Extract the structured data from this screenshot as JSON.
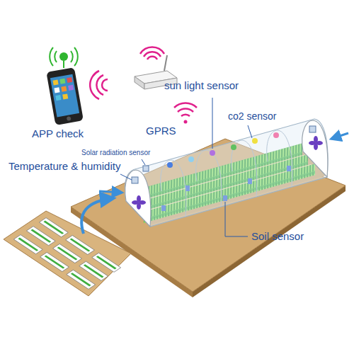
{
  "diagram": {
    "labels": [
      "sun light sensor",
      "APP check",
      "GPRS",
      "co2 sensor",
      "Solar radiation sensor",
      "Temperature & humidity",
      "Soil sensor"
    ]
  }
}
